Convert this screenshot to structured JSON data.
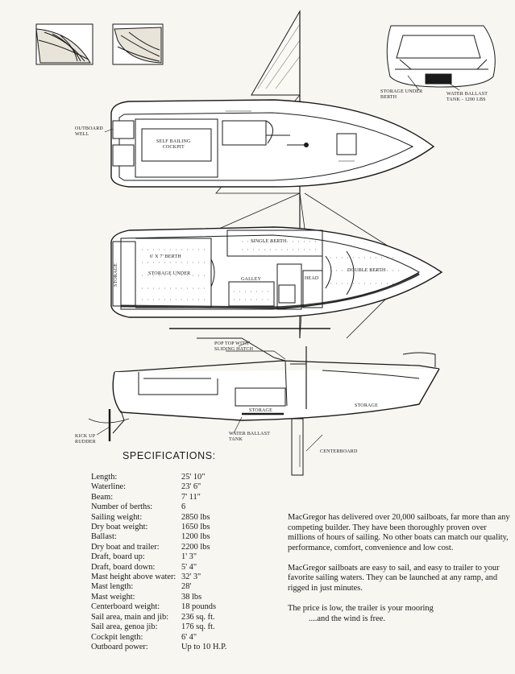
{
  "labels": {
    "outboard_well": [
      "OUTBOARD",
      "WELL"
    ],
    "self_bailing_cockpit": [
      "SELF BAILING",
      "COCKPIT"
    ],
    "storage_under_berth": [
      "STORAGE UNDER",
      "BERTH"
    ],
    "water_ballast_tank_top": [
      "WATER BALLAST",
      "TANK - 1200 LBS"
    ],
    "berth_6x7": "6' X 7' BERTH",
    "storage_under": "STORAGE UNDER",
    "storage_side": "STORAGE",
    "single_berth": "SINGLE BERTH",
    "galley": "GALLEY",
    "head": "HEAD",
    "double_berth": "DOUBLE BERTH",
    "pop_top": [
      "POP TOP WITH",
      "SLIDING HATCH"
    ],
    "storage_profile_mid": "STORAGE",
    "storage_profile_bow": "STORAGE",
    "kick_up_rudder": [
      "KICK UP",
      "RUDDER"
    ],
    "water_ballast_tank_profile": [
      "WATER BALLAST",
      "TANK"
    ],
    "centerboard": "CENTERBOARD"
  },
  "specs": {
    "title": "SPECIFICATIONS:",
    "rows": [
      {
        "label": "Length:",
        "value": "25' 10\""
      },
      {
        "label": "Waterline:",
        "value": "23' 6\""
      },
      {
        "label": "Beam:",
        "value": "7' 11\""
      },
      {
        "label": "Number of berths:",
        "value": "6"
      },
      {
        "label": "Sailing weight:",
        "value": "2850 lbs"
      },
      {
        "label": "Dry boat weight:",
        "value": "1650 lbs"
      },
      {
        "label": "Ballast:",
        "value": "1200 lbs"
      },
      {
        "label": "Dry boat and trailer:",
        "value": "2200 lbs"
      },
      {
        "label": "Draft, board up:",
        "value": "1' 3\""
      },
      {
        "label": "Draft, board down:",
        "value": "5' 4\""
      },
      {
        "label": "Mast height above water:",
        "value": "32' 3\""
      },
      {
        "label": "Mast length:",
        "value": "28'"
      },
      {
        "label": "Mast weight:",
        "value": "38 lbs"
      },
      {
        "label": "Centerboard weight:",
        "value": "18 pounds"
      },
      {
        "label": "Sail area, main and jib:",
        "value": "236 sq. ft."
      },
      {
        "label": "Sail area, genoa jib:",
        "value": "176 sq. ft."
      },
      {
        "label": "Cockpit length:",
        "value": "6' 4\""
      },
      {
        "label": "Outboard power:",
        "value": "Up to 10 H.P."
      }
    ]
  },
  "blurb": {
    "p1": "MacGregor has delivered over 20,000 sailboats, far more than any competing builder. They have been thoroughly proven over millions of hours of sailing. No other boats can match our quality, performance, comfort, convenience and low cost.",
    "p2": "MacGregor sailboats are easy to sail, and easy to trailer to your favorite sailing waters. They can be launched at any ramp, and rigged in just minutes.",
    "p3a": "The price is low, the trailer is your mooring",
    "p3b": "....and the wind is free."
  }
}
